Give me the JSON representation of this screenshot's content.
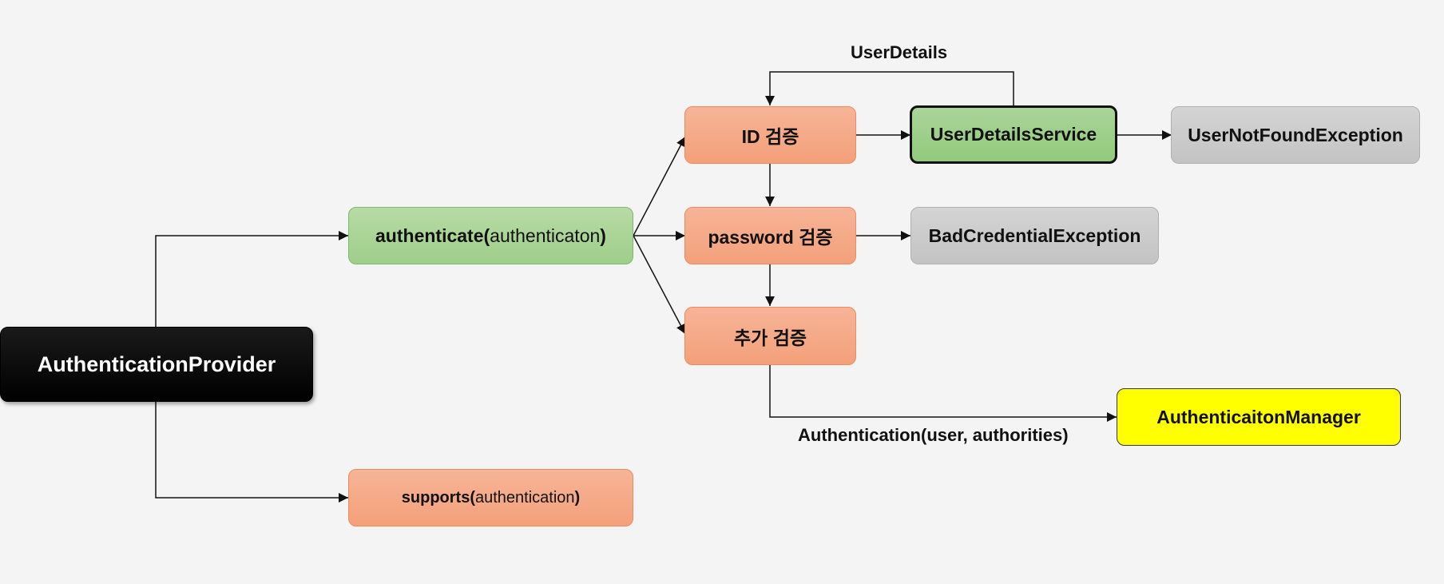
{
  "nodes": {
    "provider": "AuthenticationProvider",
    "authenticate_name": "authenticate",
    "authenticate_open": "(",
    "authenticate_arg": "authenticaton",
    "authenticate_close": ")",
    "supports_name": "supports",
    "supports_open": "(",
    "supports_arg": "authentication",
    "supports_close": ")",
    "id_check": "ID 검증",
    "password_check": "password 검증",
    "extra_check": "추가 검증",
    "user_details_service": "UserDetailsService",
    "user_not_found": "UserNotFoundException",
    "bad_credential": "BadCredentialException",
    "auth_manager": "AuthenticaitonManager"
  },
  "edge_labels": {
    "user_details": "UserDetails",
    "authentication_result": "Authentication(user, authorities)"
  },
  "colors": {
    "salmon": "#f4a07a",
    "green": "#9fce8a",
    "gray": "#c3c3c3",
    "yellow": "#ffff00",
    "black": "#000000"
  }
}
